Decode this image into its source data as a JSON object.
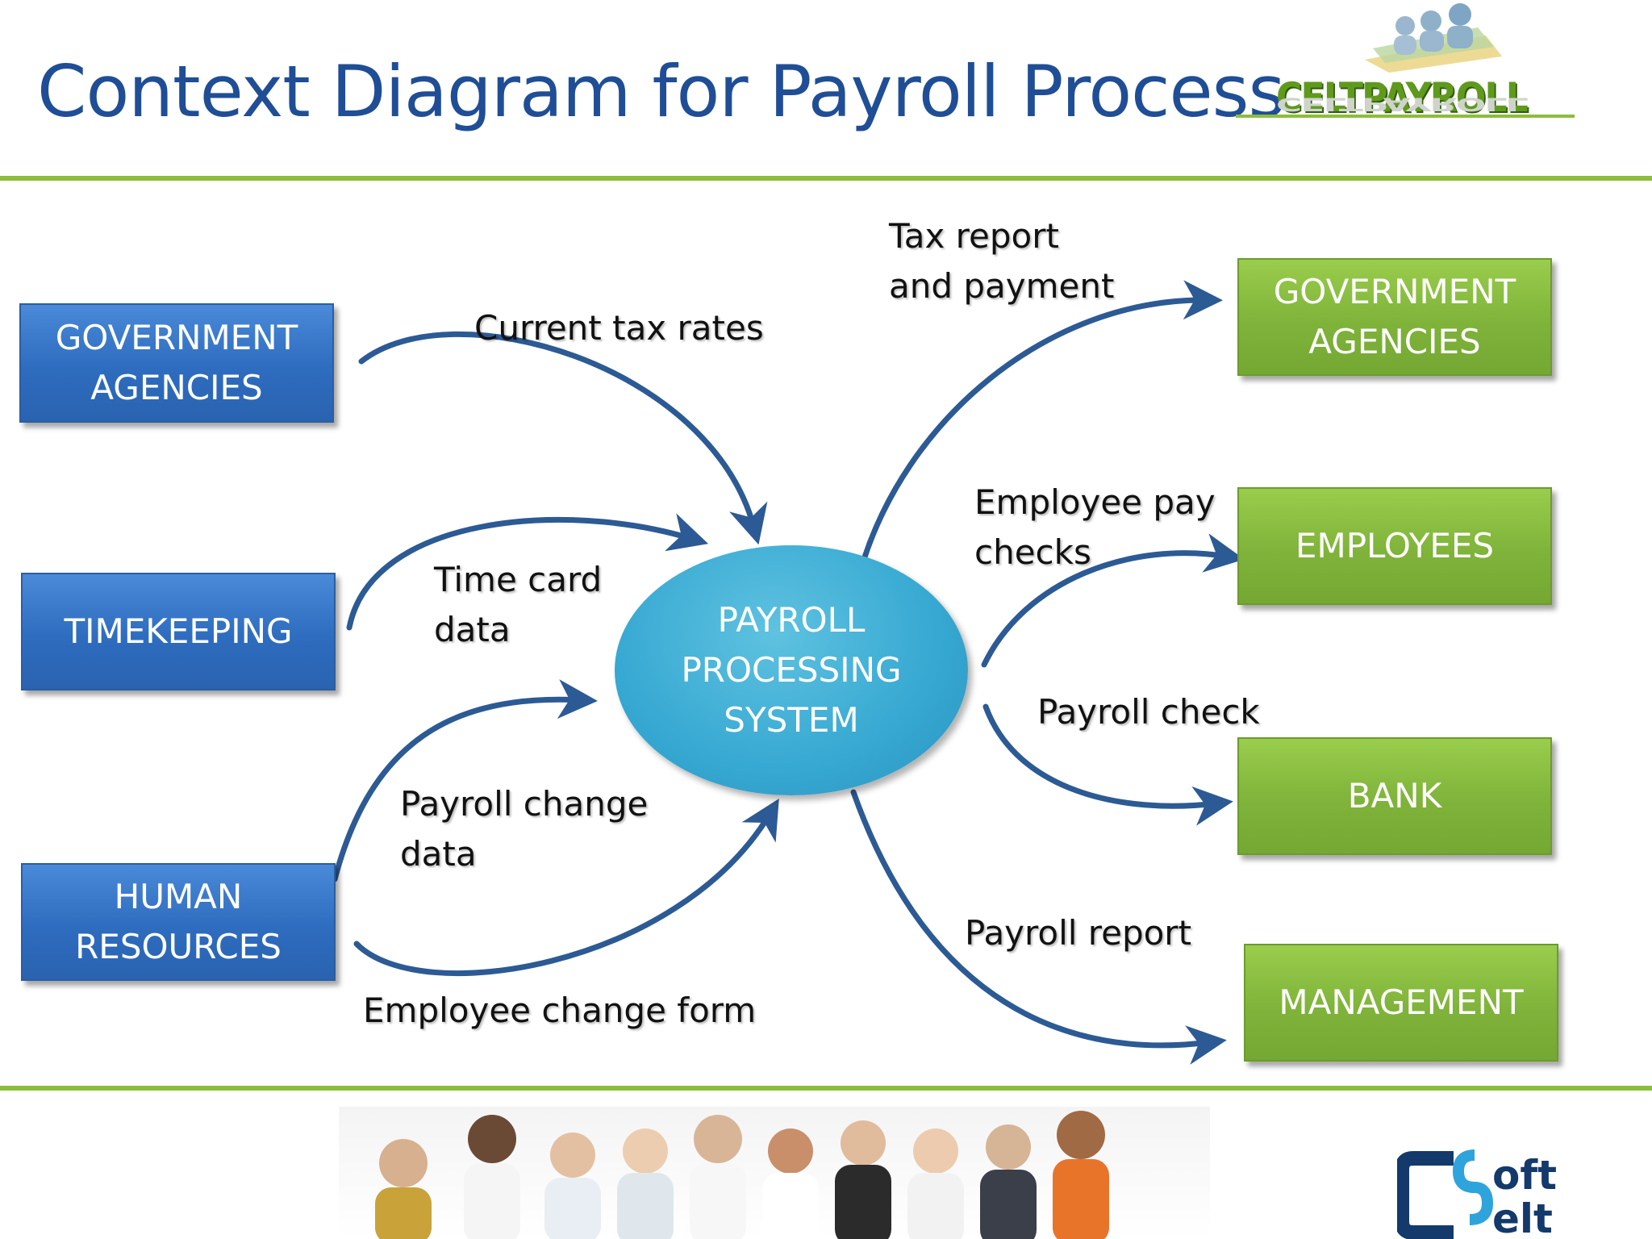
{
  "title": "Context Diagram for Payroll Process",
  "logo": {
    "text": "CELTPAYROLL",
    "brand": "SoftCelt"
  },
  "center": {
    "lines": [
      "PAYROLL",
      "PROCESSING",
      "SYSTEM"
    ]
  },
  "left_entities": [
    {
      "lines": [
        "GOVERNMENT",
        "AGENCIES"
      ]
    },
    {
      "lines": [
        "TIMEKEEPING"
      ]
    },
    {
      "lines": [
        "HUMAN",
        "RESOURCES"
      ]
    }
  ],
  "right_entities": [
    {
      "lines": [
        "GOVERNMENT",
        "AGENCIES"
      ]
    },
    {
      "lines": [
        "EMPLOYEES"
      ]
    },
    {
      "lines": [
        "BANK"
      ]
    },
    {
      "lines": [
        "MANAGEMENT"
      ]
    }
  ],
  "flows": {
    "current_tax_rates": "Current tax rates",
    "time_card_data": [
      "Time card",
      "data"
    ],
    "payroll_change_data": [
      "Payroll change",
      "data"
    ],
    "employee_change_form": "Employee change form",
    "tax_report": [
      "Tax report",
      "and payment"
    ],
    "employee_pay_checks": [
      "Employee pay",
      "checks"
    ],
    "payroll_check": "Payroll check",
    "payroll_report": "Payroll report"
  },
  "colors": {
    "title": "#1f4e96",
    "rule": "#8cbd3c",
    "blue_box": "#2e6cbf",
    "green_box": "#7fb33a",
    "ellipse": "#36a8d2",
    "arrow": "#2c5a94"
  }
}
